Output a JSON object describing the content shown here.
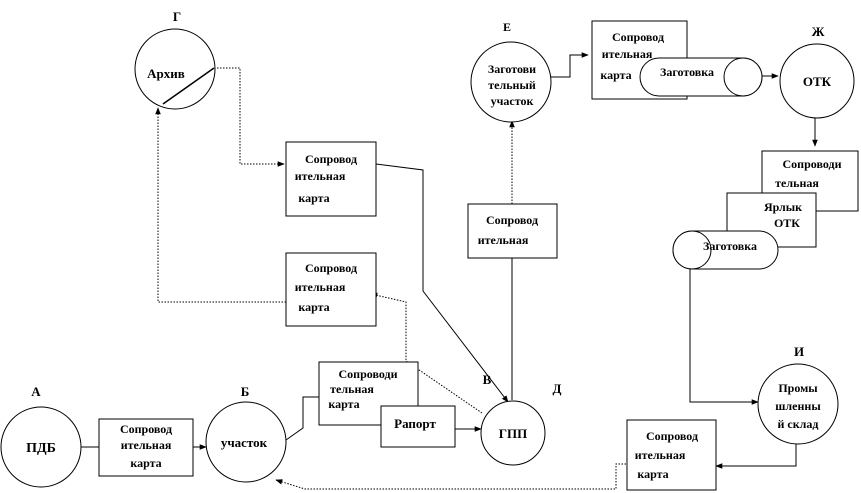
{
  "nodes": {
    "a": {
      "letter": "А",
      "label": "ПДБ"
    },
    "b": {
      "letter": "Б",
      "label": "участок"
    },
    "v": {
      "letter": "В"
    },
    "g": {
      "letter": "Г",
      "label": "Архив"
    },
    "d": {
      "letter": "Д",
      "label": "ГПП"
    },
    "e": {
      "letter": "Е",
      "label_lines": [
        "Заготови",
        "тельный",
        "участок"
      ]
    },
    "zh": {
      "letter": "Ж",
      "label": "ОТК"
    },
    "i": {
      "letter": "И",
      "label_lines": [
        "Промы",
        "шленны",
        "й склад"
      ]
    }
  },
  "documents": {
    "card_ab": {
      "lines": [
        "Сопровод",
        "ительная",
        "карта"
      ]
    },
    "card_b_top": {
      "lines": [
        "Сопроводи",
        "тельная",
        "карта"
      ]
    },
    "raport": {
      "label": "Рапорт"
    },
    "card_archive": {
      "lines": [
        "Сопровод",
        "ительная",
        "карта"
      ]
    },
    "card_return": {
      "lines": [
        "Сопровод",
        "ительная",
        "карта"
      ]
    },
    "card_center": {
      "lines": [
        "Сопровод",
        "ительная"
      ]
    },
    "card_top": {
      "lines": [
        "Сопровод",
        "ительная",
        "карта"
      ]
    },
    "card_otk": {
      "lines": [
        "Сопроводи",
        "тельная"
      ]
    },
    "label_otk": {
      "lines": [
        "Ярлык",
        "ОТК"
      ]
    },
    "card_bottom": {
      "lines": [
        "Сопровод",
        "ительная",
        "карта"
      ]
    }
  },
  "cylinders": {
    "top": {
      "label": "Заготовка"
    },
    "right": {
      "label": "Заготовка"
    }
  }
}
